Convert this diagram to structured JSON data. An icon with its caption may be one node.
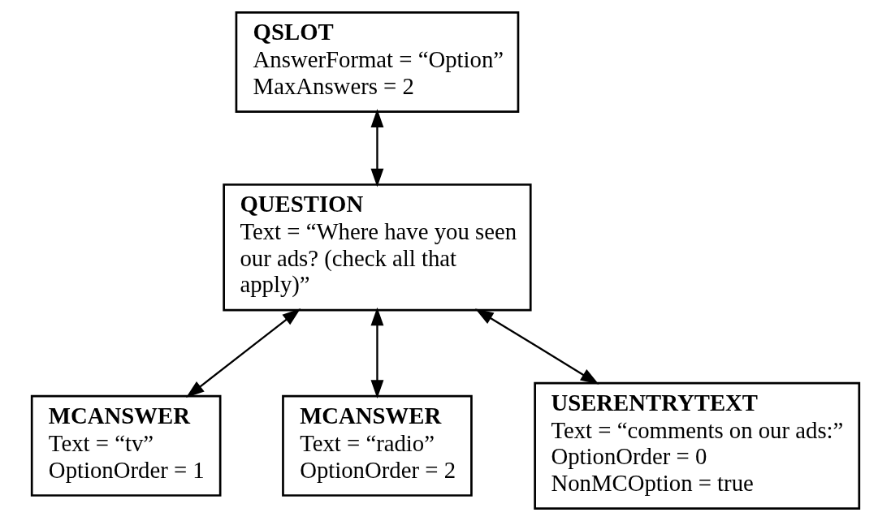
{
  "diagram": {
    "nodes": [
      {
        "text": [
          "QSLOT",
          "AnswerFormat = “Option”",
          "MaxAnswers = 2"
        ]
      },
      {
        "text": [
          "QUESTION",
          "Text = “Where have you seen our ads? (check all that apply)”"
        ]
      },
      {
        "text": [
          "MCANSWER",
          "Text = “tv”",
          "OptionOrder = 1"
        ]
      },
      {
        "text": [
          "MCANSWER",
          "Text = “radio”",
          "OptionOrder = 2"
        ]
      },
      {
        "text": [
          "USERENTRYTEXT",
          "Text = “comments on our ads:”",
          "OptionOrder = 0",
          "NonMCOption = true"
        ]
      }
    ],
    "edges": [
      {
        "from": 0,
        "to": 1,
        "arrow": "both"
      },
      {
        "from": 1,
        "to": 2,
        "arrow": "both"
      },
      {
        "from": 1,
        "to": 3,
        "arrow": "both"
      },
      {
        "from": 1,
        "to": 4,
        "arrow": "both"
      }
    ]
  }
}
